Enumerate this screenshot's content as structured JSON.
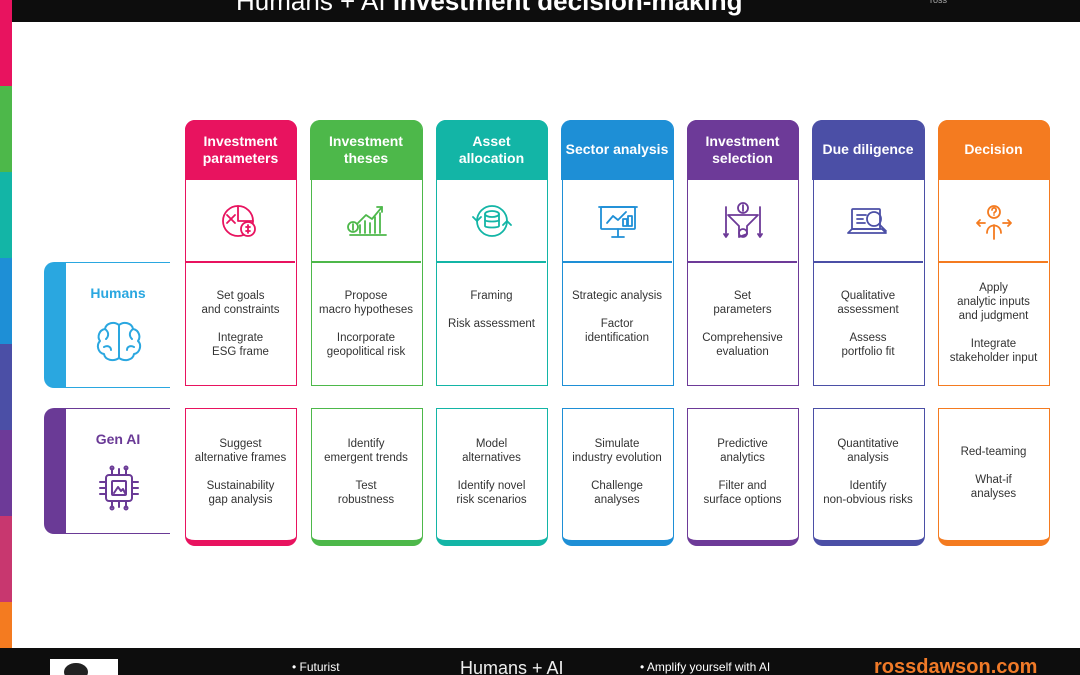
{
  "header": {
    "title_light": "Humans + AI",
    "title_bold": "investment decision-making",
    "side_text": "ross"
  },
  "footer": {
    "item_1": "• Futurist",
    "middle": "Humans + AI",
    "item_2": "• Amplify yourself with AI",
    "url": "rossdawson.com"
  },
  "rows": {
    "humans": {
      "label": "Humans",
      "icon": "brain-icon",
      "color": "#2aa7e0"
    },
    "ai": {
      "label": "Gen AI",
      "icon": "ai-chip-icon",
      "color": "#6a3a96"
    }
  },
  "stages": [
    {
      "title": "Investment parameters",
      "color": "#e8135f",
      "icon": "pie-chart-money-icon",
      "humans": [
        "Set goals\nand constraints",
        "Integrate\nESG frame"
      ],
      "ai": [
        "Suggest\nalternative frames",
        "Sustainability\ngap analysis"
      ]
    },
    {
      "title": "Investment theses",
      "color": "#4db84a",
      "icon": "growth-chart-icon",
      "humans": [
        "Propose\nmacro hypotheses",
        "Incorporate\ngeopolitical risk"
      ],
      "ai": [
        "Identify\nemergent trends",
        "Test\nrobustness"
      ]
    },
    {
      "title": "Asset allocation",
      "color": "#13b5a6",
      "icon": "coins-cycle-icon",
      "humans": [
        "Framing",
        "Risk assessment"
      ],
      "ai": [
        "Model\nalternatives",
        "Identify novel\nrisk scenarios"
      ]
    },
    {
      "title": "Sector analysis",
      "color": "#1e8fd6",
      "icon": "presentation-board-icon",
      "humans": [
        "Strategic analysis",
        "Factor\nidentification"
      ],
      "ai": [
        "Simulate\nindustry evolution",
        "Challenge\nanalyses"
      ]
    },
    {
      "title": "Investment selection",
      "color": "#6d3a98",
      "icon": "money-funnel-icon",
      "humans": [
        "Set\nparameters",
        "Comprehensive\nevaluation"
      ],
      "ai": [
        "Predictive\nanalytics",
        "Filter and\nsurface options"
      ]
    },
    {
      "title": "Due diligence",
      "color": "#4b4fa6",
      "icon": "laptop-search-icon",
      "humans": [
        "Qualitative\nassessment",
        "Assess\nportfolio fit"
      ],
      "ai": [
        "Quantitative\nanalysis",
        "Identify\nnon-obvious risks"
      ]
    },
    {
      "title": "Decision",
      "color": "#f47b20",
      "icon": "person-decision-icon",
      "humans": [
        "Apply\nanalytic inputs\nand judgment",
        "Integrate\nstakeholder input"
      ],
      "ai": [
        "Red-teaming",
        "What-if\nanalyses"
      ]
    }
  ],
  "strip_colors": [
    "#e8135f",
    "#4db84a",
    "#13b5a6",
    "#1e8fd6",
    "#4b4fa6",
    "#6d3a98",
    "#c8376f",
    "#f47b20"
  ]
}
